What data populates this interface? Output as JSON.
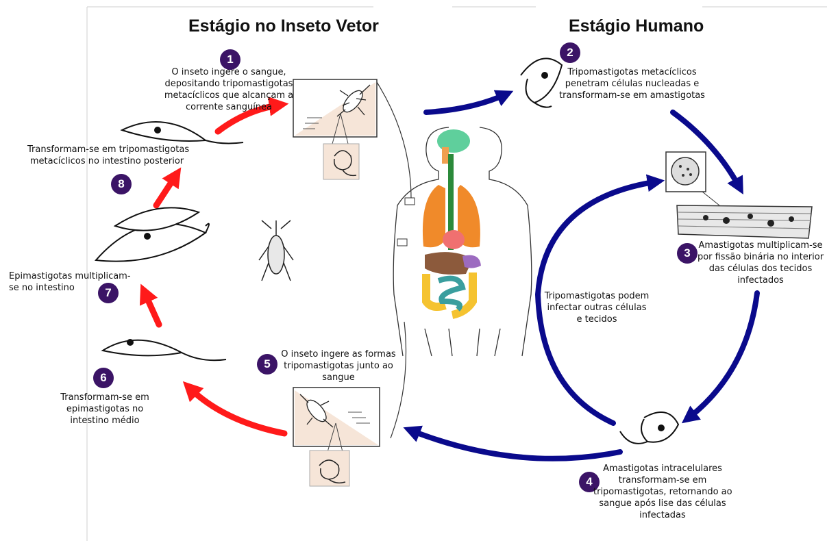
{
  "titles": {
    "insect": "Estágio no Inseto Vetor",
    "human": "Estágio Humano"
  },
  "steps": {
    "s1": {
      "number": "1",
      "lines": [
        "O inseto ingere o sangue,",
        "depositando tripomastigotas",
        "metacíclicos que alcançam a",
        "corrente sanguínea"
      ]
    },
    "s2": {
      "number": "2",
      "lines": [
        "Tripomastigotas metacíclicos",
        "penetram células nucleadas e",
        "transformam-se em amastigotas"
      ]
    },
    "s3": {
      "number": "3",
      "lines": [
        "Amastigotas multiplicam-se",
        "por fissão binária no interior",
        "das células dos tecidos",
        "infectados"
      ]
    },
    "s4": {
      "number": "4",
      "lines": [
        "Amastigotas intracelulares",
        "transformam-se em",
        "tripomastigotas, retornando ao",
        "sangue após lise das células",
        "infectadas"
      ]
    },
    "s5": {
      "number": "5",
      "lines": [
        "O inseto ingere as formas",
        "tripomastigotas junto ao",
        "sangue"
      ]
    },
    "s6": {
      "number": "6",
      "lines": [
        "Transformam-se em",
        "epimastigotas no",
        "intestino médio"
      ]
    },
    "s7": {
      "number": "7",
      "lines": [
        "Epimastigotas multiplicam-",
        "se no intestino"
      ]
    },
    "s8": {
      "number": "8",
      "lines": [
        "Transformam-se em tripomastigotas",
        "metacíclicos no intestino posterior"
      ]
    }
  },
  "side_note": {
    "lines": [
      "Tripomastigotas podem",
      "infectar outras células",
      "e tecidos"
    ]
  },
  "colors": {
    "insect_arrow": "#ff1a1a",
    "human_arrow": "#0a0a8c",
    "badge": "#3b1466",
    "brain": "#5fcf9c",
    "lungs": "#f08a2a",
    "heart": "#f07070",
    "liver": "#8c5a3c",
    "intestine_large": "#f5c330",
    "intestine_small": "#3a9e9e",
    "stomach": "#9c6bc0",
    "skin_panel": "#f6e5d8"
  },
  "icons": [
    "assassin-bug-icon",
    "trypanosome-icon",
    "human-body-icon",
    "muscle-tissue-icon",
    "cell-icon"
  ]
}
